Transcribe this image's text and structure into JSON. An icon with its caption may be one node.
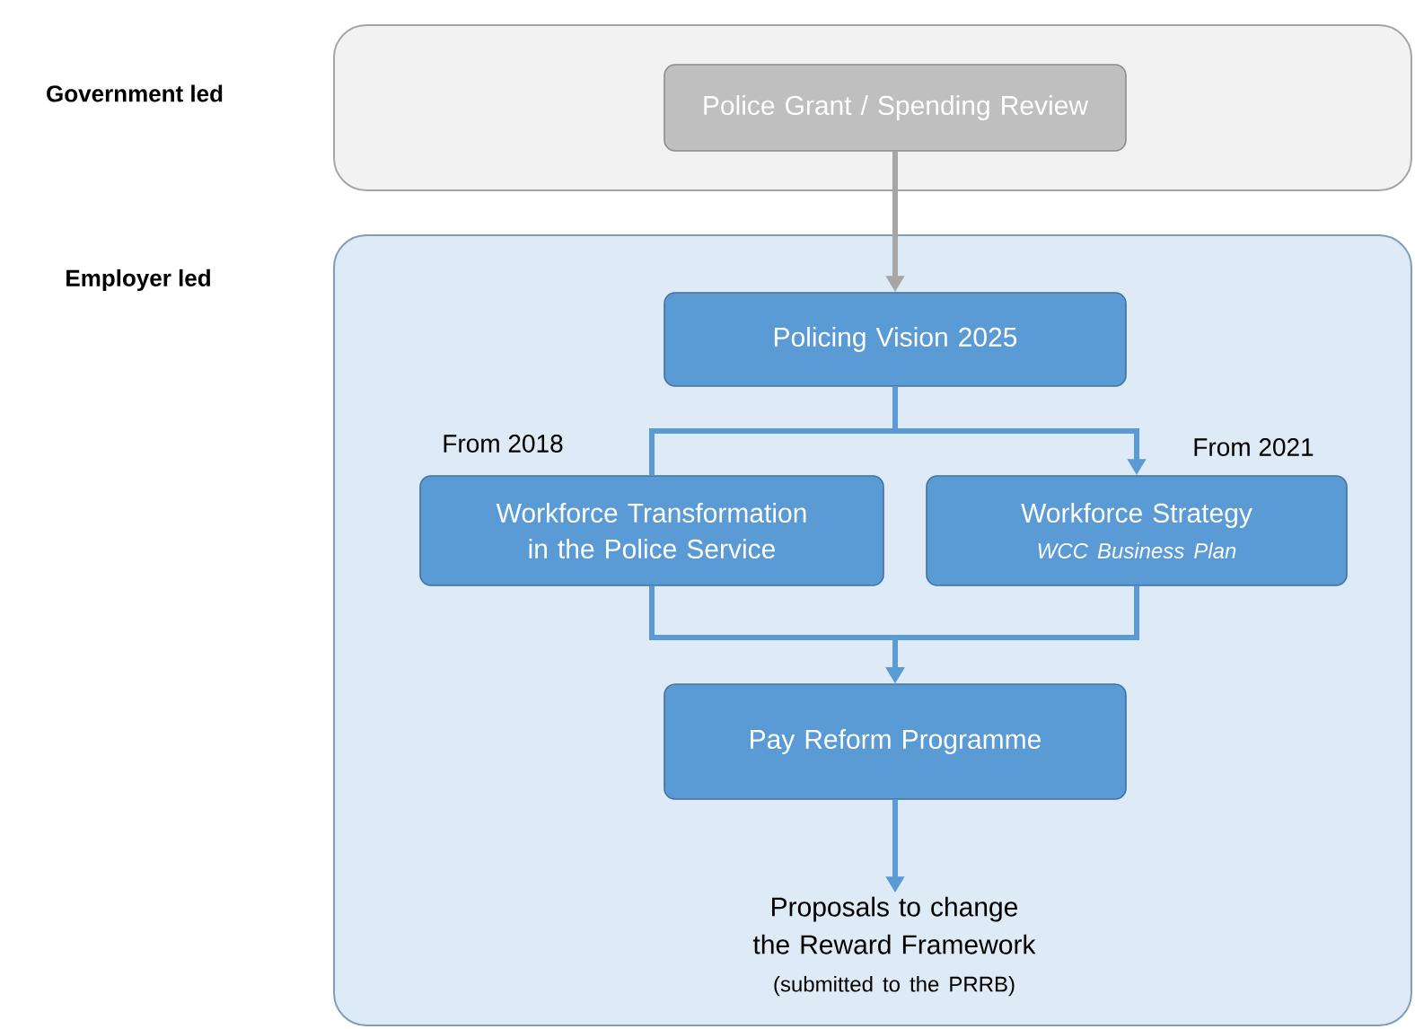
{
  "diagram": {
    "nodes": [
      {
        "text": [],
        "shape": "box"
      },
      {
        "text": [
          "Police Grant / Spending Review"
        ],
        "in": 0
      },
      {
        "text": [],
        "shape": "box"
      },
      {
        "text": [
          "Policing Vision 2025"
        ],
        "in": 2
      },
      {
        "text": [
          "Workforce Transformation in the Police Service"
        ],
        "in": 2,
        "beside": [
          "From 2018"
        ]
      },
      {
        "text": [
          "Workforce Strategy",
          "WCC Business Plan"
        ],
        "in": 2,
        "beside": [
          "From 2021"
        ]
      },
      {
        "text": [
          "Pay Reform Programme"
        ],
        "in": 2
      },
      {
        "text": [
          "Proposals to change the Reward Framework",
          "(submitted to the PRRB)"
        ],
        "in": 2
      }
    ],
    "edges": [
      {
        "from": 1,
        "to": 3,
        "arrow": "to",
        "color": "#a6a6a6"
      },
      {
        "from": 3,
        "to": 4,
        "arrow": "none"
      },
      {
        "from": 3,
        "to": 5,
        "arrow": "to"
      },
      {
        "from": 4,
        "to": 6,
        "arrow": "to"
      },
      {
        "from": 5,
        "to": 6,
        "arrow": "to"
      },
      {
        "from": 6,
        "to": 7,
        "arrow": "to"
      }
    ],
    "labels": [
      "Government led",
      "Employer led"
    ]
  }
}
